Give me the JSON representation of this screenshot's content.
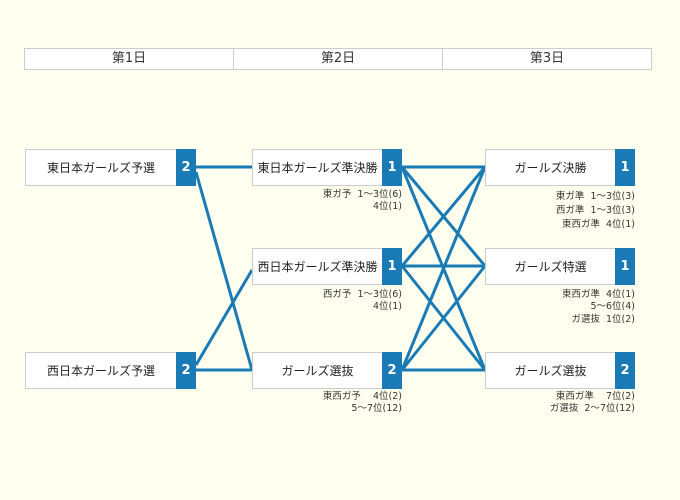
{
  "header": [
    "第1日",
    "第2日",
    "第3日"
  ],
  "accent": "#1a7ab5",
  "day1": [
    {
      "label": "東日本ガールズ予選",
      "rank": "2"
    },
    {
      "label": "西日本ガールズ予選",
      "rank": "2"
    }
  ],
  "day2": [
    {
      "label": "東日本ガールズ準決勝",
      "rank": "1",
      "notes": [
        "東ガ予  1～3位(6)",
        "4位(1)"
      ]
    },
    {
      "label": "西日本ガールズ準決勝",
      "rank": "1",
      "notes": [
        "西ガ予  1～3位(6)",
        "4位(1)"
      ]
    },
    {
      "label": "ガールズ選抜",
      "rank": "2",
      "notes": [
        "東西ガ予    4位(2)",
        "5～7位(12)"
      ]
    }
  ],
  "day3": [
    {
      "label": "ガールズ決勝",
      "rank": "1",
      "notes": [
        "東ガ準  1～3位(3)",
        "西ガ準  1～3位(3)",
        "東西ガ準  4位(1)"
      ]
    },
    {
      "label": "ガールズ特選",
      "rank": "1",
      "notes": [
        "東西ガ準  4位(1)",
        "5～6位(4)",
        "ガ選抜  1位(2)"
      ]
    },
    {
      "label": "ガールズ選抜",
      "rank": "2",
      "notes": [
        "東西ガ準    7位(2)",
        "ガ選抜  2～7位(12)"
      ]
    }
  ]
}
